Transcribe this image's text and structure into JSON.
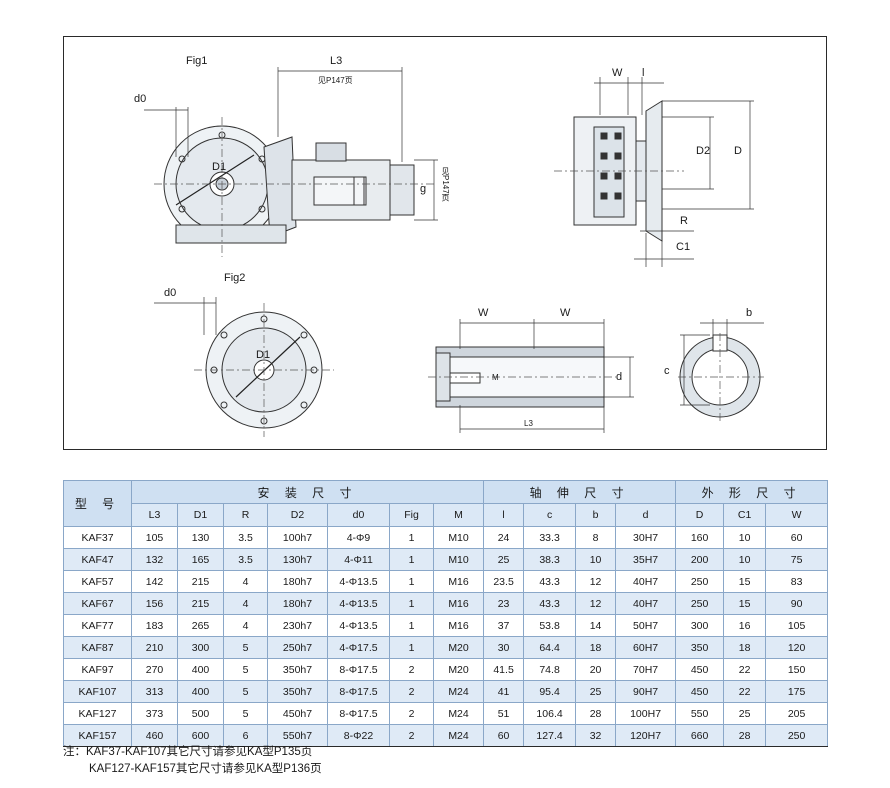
{
  "drawing": {
    "fig1_label": "Fig1",
    "fig2_label": "Fig2",
    "labels": {
      "d0": "d0",
      "L3": "L3",
      "see_page_147": "见P147页",
      "D1": "D1",
      "g": "g",
      "W": "W",
      "l": "l",
      "D2": "D2",
      "D": "D",
      "R": "R",
      "C1": "C1",
      "M": "M",
      "d": "d",
      "b": "b",
      "c": "c"
    }
  },
  "table": {
    "group_headers": {
      "model": "型 号",
      "mounting": "安 装 尺 寸",
      "shaft": "轴 伸 尺 寸",
      "outline": "外 形 尺 寸"
    },
    "columns": [
      "L3",
      "D1",
      "R",
      "D2",
      "d0",
      "Fig",
      "M",
      "l",
      "c",
      "b",
      "d",
      "D",
      "C1",
      "W"
    ],
    "rows": [
      [
        "KAF37",
        "105",
        "130",
        "3.5",
        "100h7",
        "4-Φ9",
        "1",
        "M10",
        "24",
        "33.3",
        "8",
        "30H7",
        "160",
        "10",
        "60"
      ],
      [
        "KAF47",
        "132",
        "165",
        "3.5",
        "130h7",
        "4-Φ11",
        "1",
        "M10",
        "25",
        "38.3",
        "10",
        "35H7",
        "200",
        "10",
        "75"
      ],
      [
        "KAF57",
        "142",
        "215",
        "4",
        "180h7",
        "4-Φ13.5",
        "1",
        "M16",
        "23.5",
        "43.3",
        "12",
        "40H7",
        "250",
        "15",
        "83"
      ],
      [
        "KAF67",
        "156",
        "215",
        "4",
        "180h7",
        "4-Φ13.5",
        "1",
        "M16",
        "23",
        "43.3",
        "12",
        "40H7",
        "250",
        "15",
        "90"
      ],
      [
        "KAF77",
        "183",
        "265",
        "4",
        "230h7",
        "4-Φ13.5",
        "1",
        "M16",
        "37",
        "53.8",
        "14",
        "50H7",
        "300",
        "16",
        "105"
      ],
      [
        "KAF87",
        "210",
        "300",
        "5",
        "250h7",
        "4-Φ17.5",
        "1",
        "M20",
        "30",
        "64.4",
        "18",
        "60H7",
        "350",
        "18",
        "120"
      ],
      [
        "KAF97",
        "270",
        "400",
        "5",
        "350h7",
        "8-Φ17.5",
        "2",
        "M20",
        "41.5",
        "74.8",
        "20",
        "70H7",
        "450",
        "22",
        "150"
      ],
      [
        "KAF107",
        "313",
        "400",
        "5",
        "350h7",
        "8-Φ17.5",
        "2",
        "M24",
        "41",
        "95.4",
        "25",
        "90H7",
        "450",
        "22",
        "175"
      ],
      [
        "KAF127",
        "373",
        "500",
        "5",
        "450h7",
        "8-Φ17.5",
        "2",
        "M24",
        "51",
        "106.4",
        "28",
        "100H7",
        "550",
        "25",
        "205"
      ],
      [
        "KAF157",
        "460",
        "600",
        "6",
        "550h7",
        "8-Φ22",
        "2",
        "M24",
        "60",
        "127.4",
        "32",
        "120H7",
        "660",
        "28",
        "250"
      ]
    ]
  },
  "notes": [
    "注：KAF37-KAF107其它尺寸请参见KA型P135页",
    "KAF127-KAF157其它尺寸请参见KA型P136页"
  ]
}
